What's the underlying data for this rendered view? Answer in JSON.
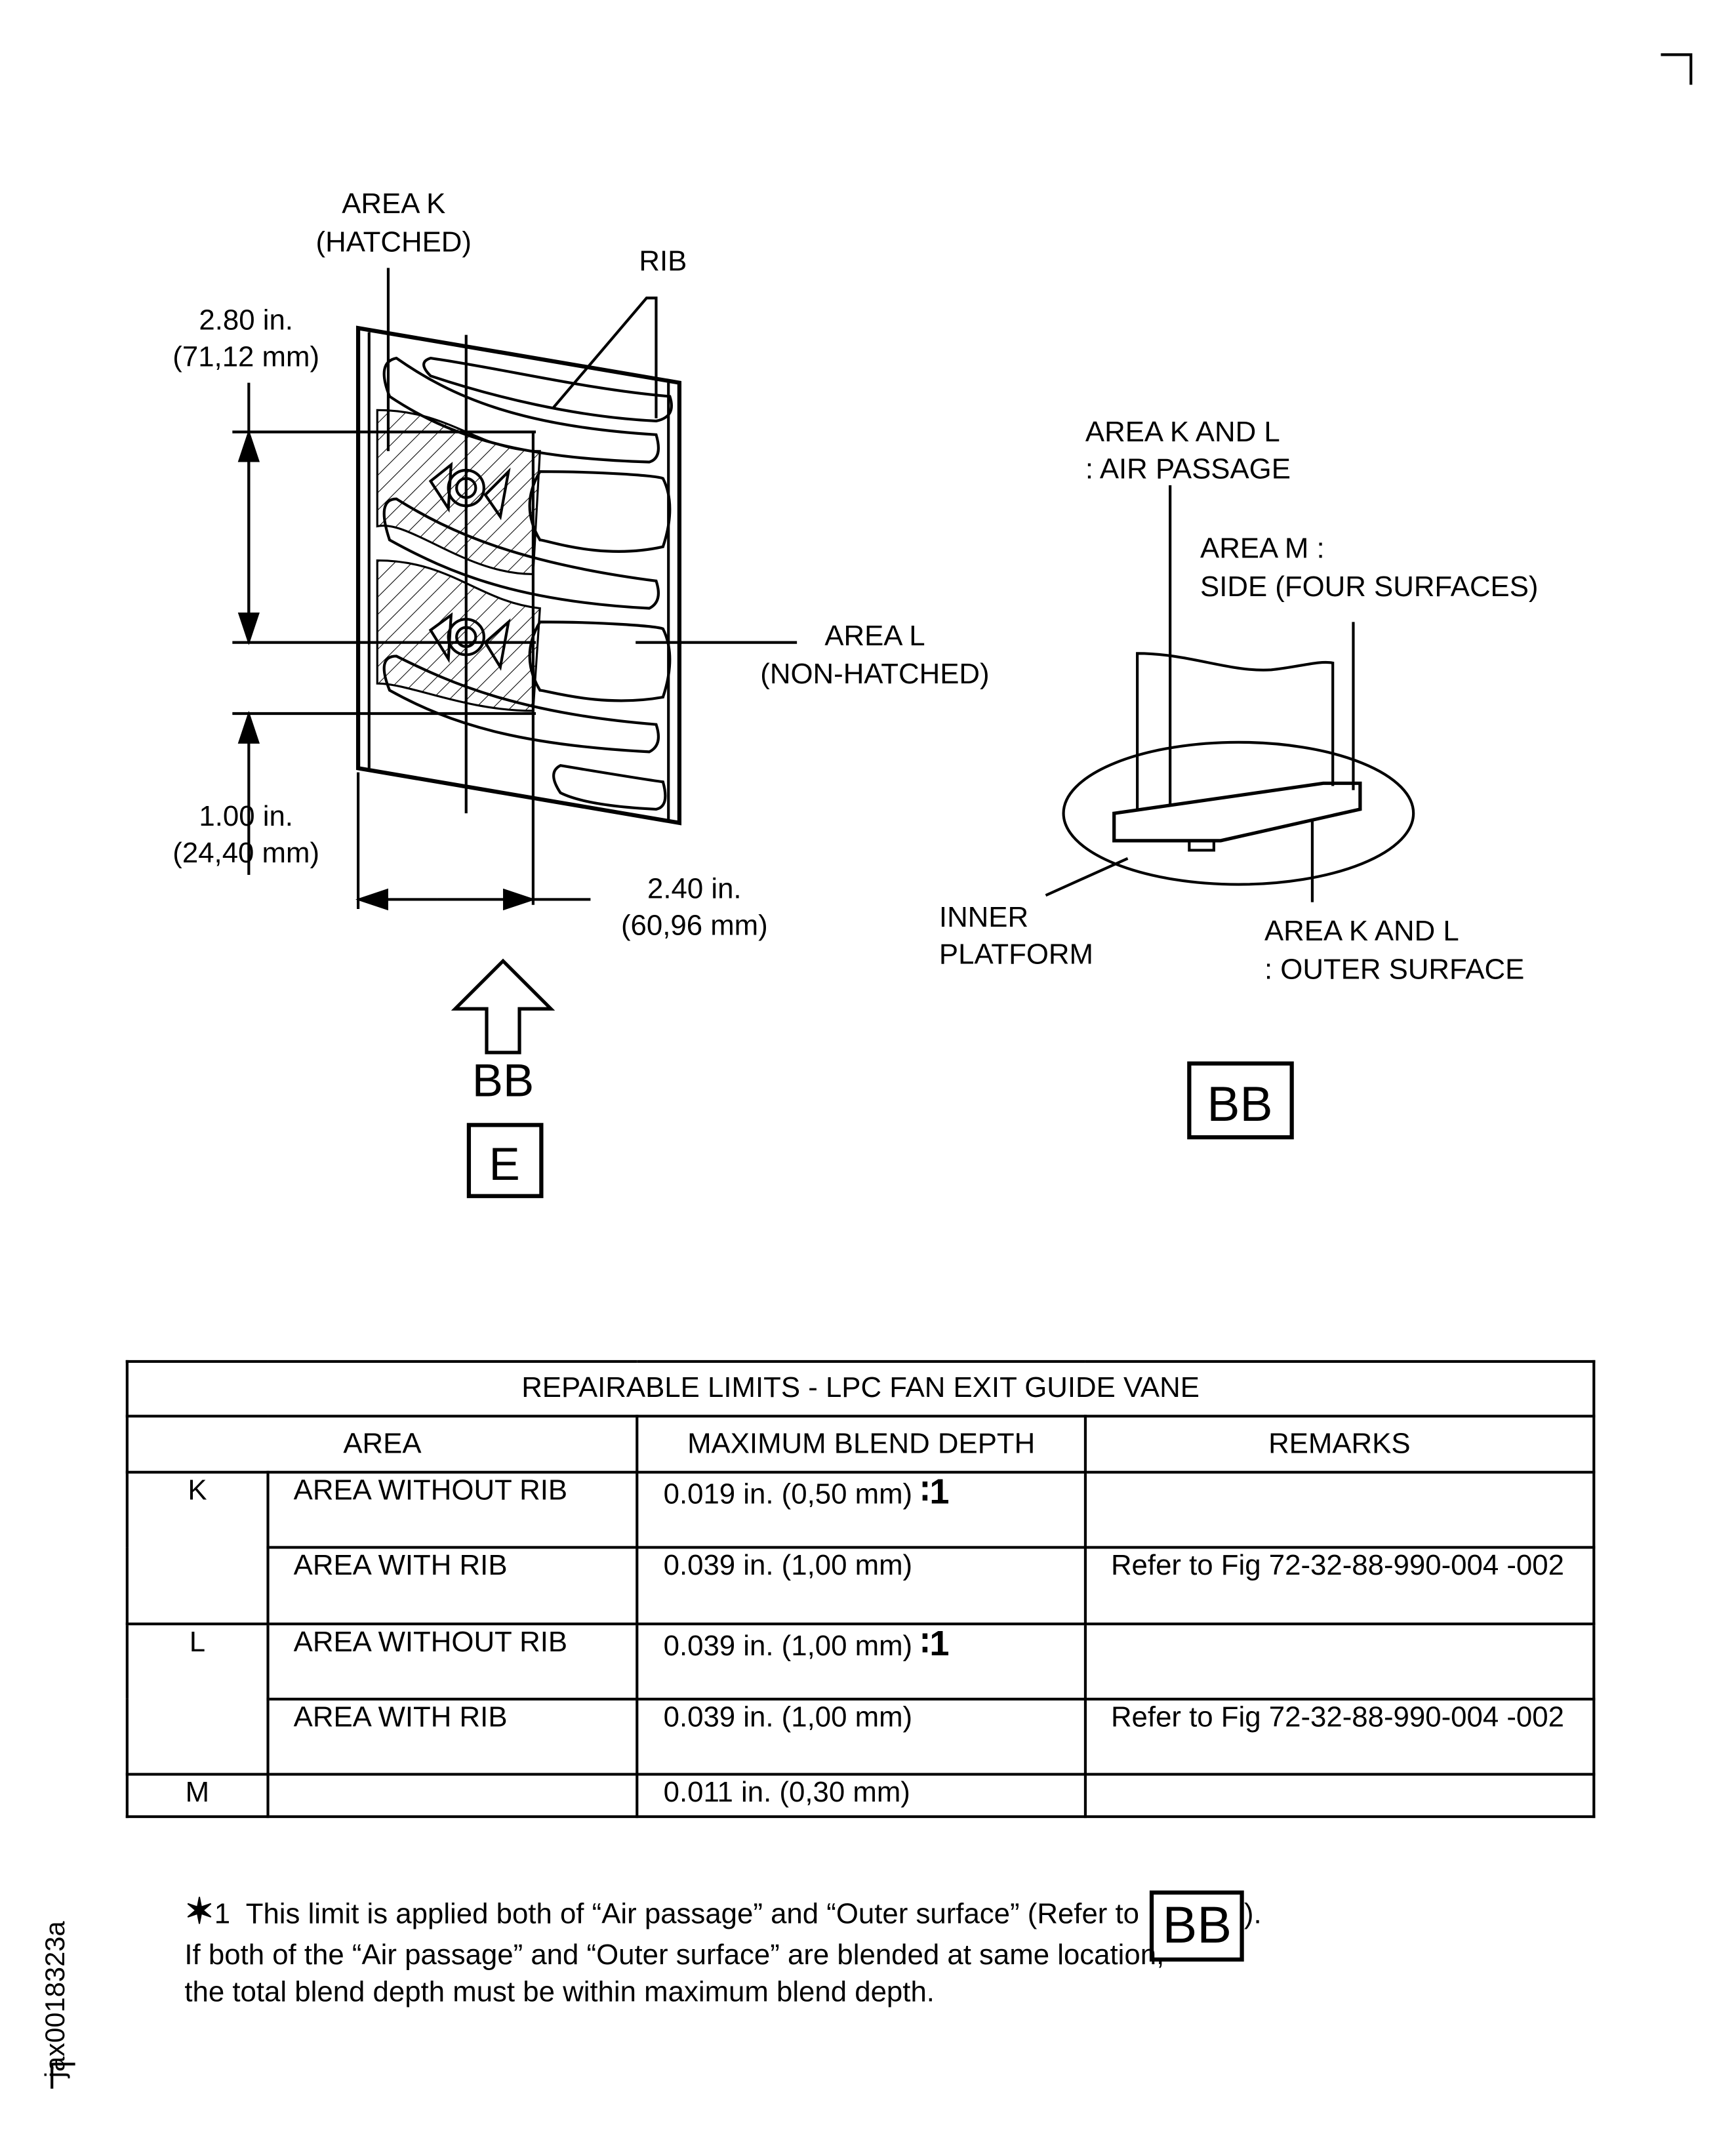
{
  "figure": {
    "area_k_label": "AREA  K",
    "area_k_sub": "(HATCHED)",
    "rib_label": "RIB",
    "dim_280_in": "2.80 in.",
    "dim_280_mm": "(71,12  mm)",
    "dim_100_in": "1.00 in.",
    "dim_100_mm": "(24,40  mm)",
    "dim_240_in": "2.40 in.",
    "dim_240_mm": "(60,96  mm)",
    "area_l_label": "AREA  L",
    "area_l_sub": "(NON-HATCHED)",
    "view_arrow_label": "BB",
    "view_box_label": "E",
    "air_passage_1": "AREA  K  AND L",
    "air_passage_2": ": AIR  PASSAGE",
    "area_m_1": "AREA  M :",
    "area_m_2": "SIDE (FOUR  SURFACES)",
    "inner_platform_1": "INNER",
    "inner_platform_2": "PLATFORM",
    "outer_surface_1": "AREA  K  AND L",
    "outer_surface_2": ": OUTER  SURFACE",
    "view_bb_box": "BB"
  },
  "table": {
    "title": "REPAIRABLE  LIMITS - LPC  FAN  EXIT  GUIDE  VANE",
    "headers": [
      "AREA",
      "MAXIMUM  BLEND  DEPTH",
      "REMARKS"
    ],
    "rows": [
      {
        "area": "K",
        "sub": "AREA  WITHOUT  RIB",
        "depth": "0.019 in. (0,50  mm)",
        "note": "∶1",
        "remarks": ""
      },
      {
        "area": "",
        "sub": "AREA  WITH  RIB",
        "depth": "0.039 in. (1,00  mm)",
        "note": "",
        "remarks": "Refer  to  Fig  72-32-88-990-004 -002"
      },
      {
        "area": "L",
        "sub": "AREA  WITHOUT  RIB",
        "depth": "0.039 in. (1,00  mm)",
        "note": "∶1",
        "remarks": ""
      },
      {
        "area": "",
        "sub": "AREA  WITH  RIB",
        "depth": "0.039 in. (1,00  mm)",
        "note": "",
        "remarks": "Refer  to  Fig  72-32-88-990-004 -002"
      },
      {
        "area": "M",
        "sub": "",
        "depth": "0.011 in. (0,30  mm)",
        "note": "",
        "remarks": ""
      }
    ]
  },
  "footnote": {
    "marker": "✶",
    "marker_num": "1",
    "line1": "This  limit  is  applied  both  of  “Air  passage”  and  “Outer  surface” (Refer  to",
    "ref_box": "BB",
    "line1_end": ").",
    "line2": "If  both  of  the  “Air  passage”  and  “Outer  surface”  are  blended  at  same  location,",
    "line3": "the  total  blend  depth  must  be  within  maximum  blend  depth."
  },
  "figure_id": "jax0018323a"
}
